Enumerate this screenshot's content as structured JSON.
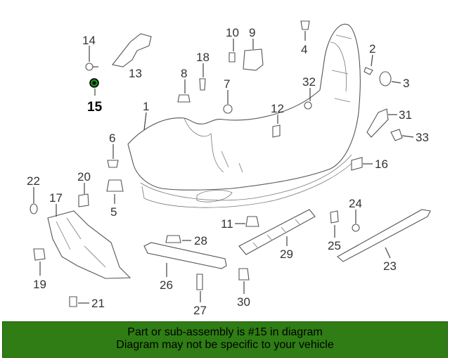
{
  "diagram": {
    "callouts": [
      {
        "id": "1",
        "label": "1"
      },
      {
        "id": "2",
        "label": "2"
      },
      {
        "id": "3",
        "label": "3"
      },
      {
        "id": "4",
        "label": "4"
      },
      {
        "id": "5",
        "label": "5"
      },
      {
        "id": "6",
        "label": "6"
      },
      {
        "id": "7",
        "label": "7"
      },
      {
        "id": "8",
        "label": "8"
      },
      {
        "id": "9",
        "label": "9"
      },
      {
        "id": "10",
        "label": "10"
      },
      {
        "id": "11",
        "label": "11"
      },
      {
        "id": "12",
        "label": "12"
      },
      {
        "id": "13",
        "label": "13"
      },
      {
        "id": "14",
        "label": "14"
      },
      {
        "id": "15",
        "label": "15",
        "highlighted": true
      },
      {
        "id": "16",
        "label": "16"
      },
      {
        "id": "17",
        "label": "17"
      },
      {
        "id": "18",
        "label": "18"
      },
      {
        "id": "19",
        "label": "19"
      },
      {
        "id": "20",
        "label": "20"
      },
      {
        "id": "21",
        "label": "21"
      },
      {
        "id": "22",
        "label": "22"
      },
      {
        "id": "23",
        "label": "23"
      },
      {
        "id": "24",
        "label": "24"
      },
      {
        "id": "25",
        "label": "25"
      },
      {
        "id": "26",
        "label": "26"
      },
      {
        "id": "27",
        "label": "27"
      },
      {
        "id": "28",
        "label": "28"
      },
      {
        "id": "29",
        "label": "29"
      },
      {
        "id": "30",
        "label": "30"
      },
      {
        "id": "31",
        "label": "31"
      },
      {
        "id": "32",
        "label": "32"
      },
      {
        "id": "33",
        "label": "33"
      }
    ],
    "highlight_color": "#1a8a1a"
  },
  "banner": {
    "line1": "Part or sub-assembly is #15 in diagram",
    "line2": "Diagram may not be specific to your vehicle",
    "background": "#2f7d14"
  }
}
